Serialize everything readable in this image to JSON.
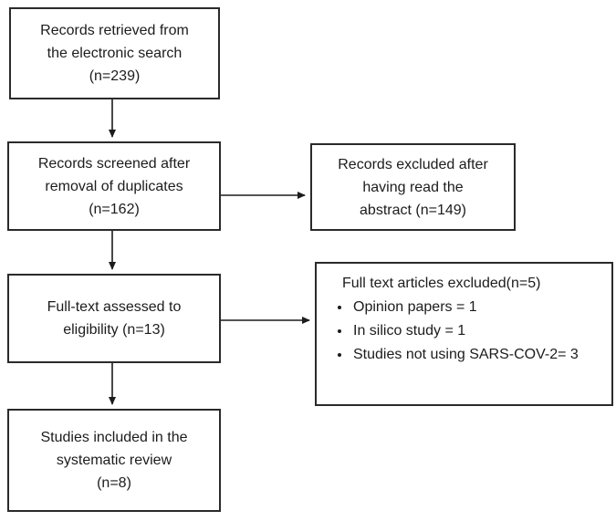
{
  "flowchart": {
    "retrieved": {
      "line1": "Records retrieved from",
      "line2": "the electronic search",
      "line3": "(n=239)"
    },
    "screened": {
      "line1": "Records screened after",
      "line2": "removal of duplicates",
      "line3": "(n=162)"
    },
    "excluded_abstract": {
      "line1": "Records excluded after",
      "line2": "having read the",
      "line3": "abstract (n=149)"
    },
    "fulltext": {
      "line1": "Full-text assessed to",
      "line2": "eligibility (n=13)"
    },
    "excluded_fulltext": {
      "title": "Full text articles excluded(n=5)",
      "items": [
        "Opinion papers = 1",
        "In silico study = 1",
        "Studies not using SARS-COV-2= 3"
      ]
    },
    "included": {
      "line1": "Studies included in the",
      "line2": "systematic review",
      "line3": "(n=8)"
    },
    "style": {
      "box_border_color": "#2a2a2a",
      "arrow_color": "#1c1c1c",
      "background_color": "#ffffff"
    }
  }
}
